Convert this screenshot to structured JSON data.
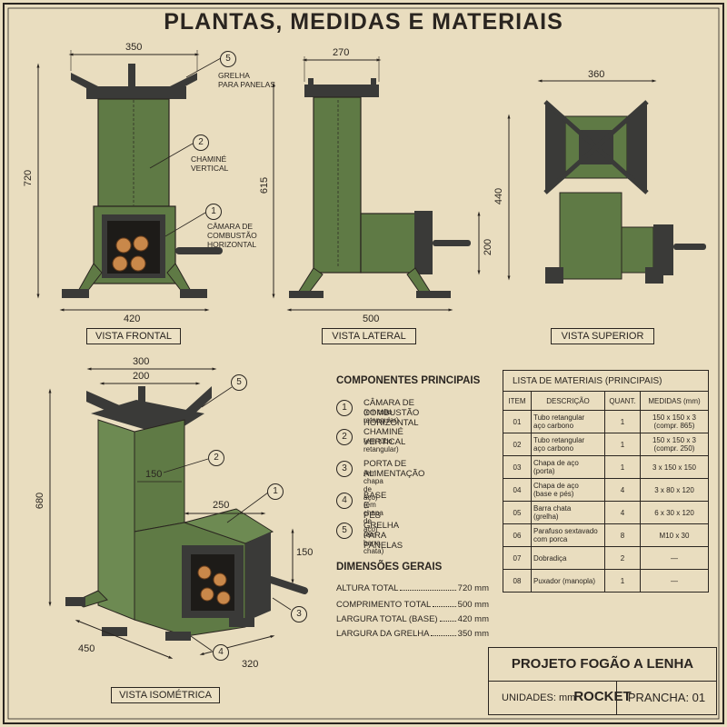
{
  "title": "PLANTAS, MEDIDAS E MATERIAIS",
  "colors": {
    "paper": "#e9ddbf",
    "steel_green": "#5f7a45",
    "iron": "#3a3a38",
    "ink": "#2a2520"
  },
  "views": {
    "front": {
      "label": "VISTA FRONTAL",
      "dims": {
        "top": "350",
        "height": "720",
        "base": "420"
      }
    },
    "side": {
      "label": "VISTA LATERAL",
      "dims": {
        "top": "270",
        "height": "615",
        "chamber_h": "200",
        "base": "500"
      }
    },
    "top": {
      "label": "VISTA SUPERIOR",
      "dims": {
        "width": "360",
        "depth": "440"
      }
    },
    "iso": {
      "label": "VISTA ISOMÉTRICA",
      "dims": {
        "top1": "300",
        "top2": "200",
        "height": "680",
        "chimney": "150",
        "chamber_len": "250",
        "chamber_h": "150",
        "base_depth": "450",
        "base_width": "320"
      }
    }
  },
  "callouts": {
    "grelha": "GRELHA\nPARA PANELAS",
    "chamine": "CHAMINÉ\nVERTICAL",
    "camara": "CÂMARA DE\nCOMBUSTÃO\nHORIZONTAL"
  },
  "components": {
    "heading": "COMPONENTES PRINCIPAIS",
    "items": [
      {
        "n": "1",
        "name": "CÂMARA DE COMBUSTÃO HORIZONTAL",
        "detail": "(em tubo retangular)"
      },
      {
        "n": "2",
        "name": "CHAMINÉ VERTICAL",
        "detail": "(em tubo retangular)"
      },
      {
        "n": "3",
        "name": "PORTA DE ALIMENTAÇÃO",
        "detail": "(em chapa de aço)"
      },
      {
        "n": "4",
        "name": "BASE E PÉS",
        "detail": "(em chapa de aço)"
      },
      {
        "n": "5",
        "name": "GRELHA PARA PANELAS",
        "detail": "(em barra chata)"
      }
    ]
  },
  "dimensions": {
    "heading": "DIMENSÕES GERAIS",
    "rows": [
      {
        "k": "ALTURA TOTAL",
        "v": "720 mm"
      },
      {
        "k": "COMPRIMENTO TOTAL",
        "v": "500 mm"
      },
      {
        "k": "LARGURA TOTAL (BASE)",
        "v": "420 mm"
      },
      {
        "k": "LARGURA DA GRELHA",
        "v": "350 mm"
      }
    ]
  },
  "materials": {
    "caption": "LISTA DE MATERIAIS (PRINCIPAIS)",
    "headers": [
      "ITEM",
      "DESCRIÇÃO",
      "QUANT.",
      "MEDIDAS (mm)"
    ],
    "rows": [
      [
        "01",
        "Tubo retangular\naço carbono",
        "1",
        "150 x 150 x 3\n(compr. 865)"
      ],
      [
        "02",
        "Tubo retangular\naço carbono",
        "1",
        "150 x 150 x 3\n(compr. 250)"
      ],
      [
        "03",
        "Chapa de aço\n(porta)",
        "1",
        "3 x 150 x 150"
      ],
      [
        "04",
        "Chapa de aço\n(base e pés)",
        "4",
        "3 x 80 x 120"
      ],
      [
        "05",
        "Barra chata\n(grelha)",
        "4",
        "6 x 30 x 120"
      ],
      [
        "06",
        "Parafuso sextavado\ncom porca",
        "8",
        "M10 x 30"
      ],
      [
        "07",
        "Dobradiça",
        "2",
        "—"
      ],
      [
        "08",
        "Puxador (manopla)",
        "1",
        "—"
      ]
    ]
  },
  "title_block": {
    "project": "PROJETO FOGÃO A LENHA ROCKET",
    "units": "UNIDADES: mm",
    "sheet": "PRANCHA: 01"
  }
}
